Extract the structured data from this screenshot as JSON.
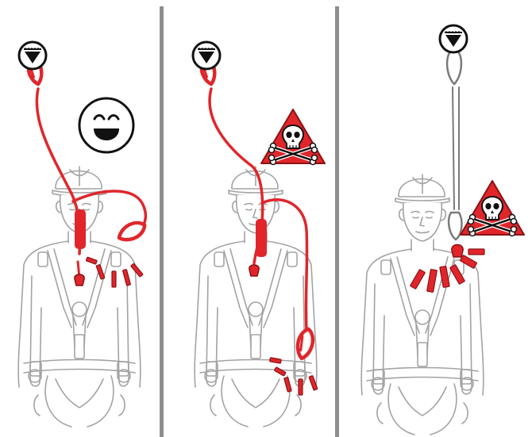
{
  "figure": {
    "panel_count": 3,
    "panels": [
      {
        "name": "panel-correct-connection",
        "anchor_icon": "anchor-point-icon",
        "outcome_icon": "smiling-face-icon",
        "lanyard_color": "#e0262b"
      },
      {
        "name": "panel-incorrect-loop-connection",
        "anchor_icon": "anchor-point-icon",
        "outcome_icon": "danger-skull-icon",
        "lanyard_color": "#e0262b"
      },
      {
        "name": "panel-incorrect-short-rigid-connection",
        "anchor_icon": "anchor-point-icon",
        "outcome_icon": "danger-skull-icon",
        "lanyard_color": "#e0262b"
      }
    ]
  },
  "colors": {
    "accent_red": "#e0262b",
    "dark_red": "#8c1114",
    "outline_gray": "#9a9a9a",
    "divider_gray": "#8f8f8f",
    "icon_black": "#111111"
  }
}
